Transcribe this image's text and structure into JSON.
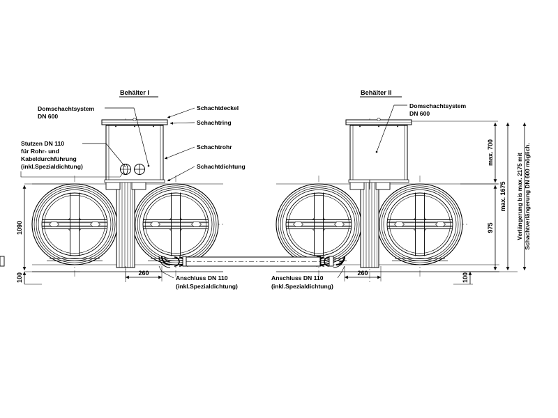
{
  "drawing": {
    "type": "technical-drawing",
    "subject": "Zwei Behälter mit Domschachtsystem DN 600",
    "background_color": "#ffffff",
    "line_color": "#000000"
  },
  "headers": {
    "tank1": "Behälter I",
    "tank2": "Behälter II"
  },
  "labels": {
    "dome_left_line1": "Domschachtsystem",
    "dome_left_line2": "DN 600",
    "dome_right_line1": "Domschachtsystem",
    "dome_right_line2": "DN 600",
    "stutzen_line1": "Stutzen DN 110",
    "stutzen_line2": "für Rohr- und",
    "stutzen_line3": "Kabeldurchführung",
    "stutzen_line4": "(inkl.Spezialdichtung)",
    "schachtdeckel": "Schachtdeckel",
    "schachtring": "Schachtring",
    "schachtrohr": "Schachtrohr",
    "schachtdichtung": "Schachtdichtung",
    "anschluss_left_line1": "Anschluss DN 110",
    "anschluss_left_line2": "(inkl.Spezialdichtung)",
    "anschluss_right_line1": "Anschluss DN 110",
    "anschluss_right_line2": "(inkl.Spezialdichtung)"
  },
  "dimensions": {
    "height_main": "1090",
    "base_left": "100",
    "base_right": "100",
    "offset_left": "260",
    "offset_right": "260",
    "max_700": "max. 700",
    "max_1675": "max. 1675",
    "height_975": "975",
    "note_line1": "Verlängerung bis max. 2175 mit",
    "note_line2": "Schachtverlängerung DN 600 möglich."
  }
}
